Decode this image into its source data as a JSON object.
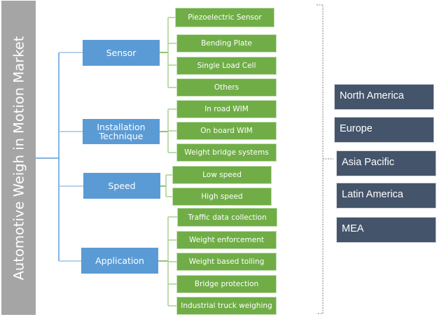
{
  "title": "Automotive Weigh in Motion Market",
  "colors": {
    "title_bg": "#a5a5a5",
    "category_bg": "#5b9bd5",
    "subcategory_bg": "#70ad47",
    "region_bg": "#44546a"
  },
  "categories": [
    {
      "label": "Sensor",
      "items": [
        "Piezoelectric Sensor",
        "Bending Plate",
        "Single Load Cell",
        "Others"
      ]
    },
    {
      "label": "Installation Technique",
      "items": [
        "In road WIM",
        "On board WIM",
        "Weight bridge systems"
      ]
    },
    {
      "label": "Speed",
      "items": [
        "Low speed",
        "High speed"
      ]
    },
    {
      "label": "Application",
      "items": [
        "Traffic data collection",
        "Weight enforcement",
        "Weight based tolling",
        "Bridge protection",
        "Industrial truck weighing"
      ]
    }
  ],
  "regions": [
    "North America",
    "Europe",
    "Asia Pacific",
    "Latin America",
    "MEA"
  ]
}
